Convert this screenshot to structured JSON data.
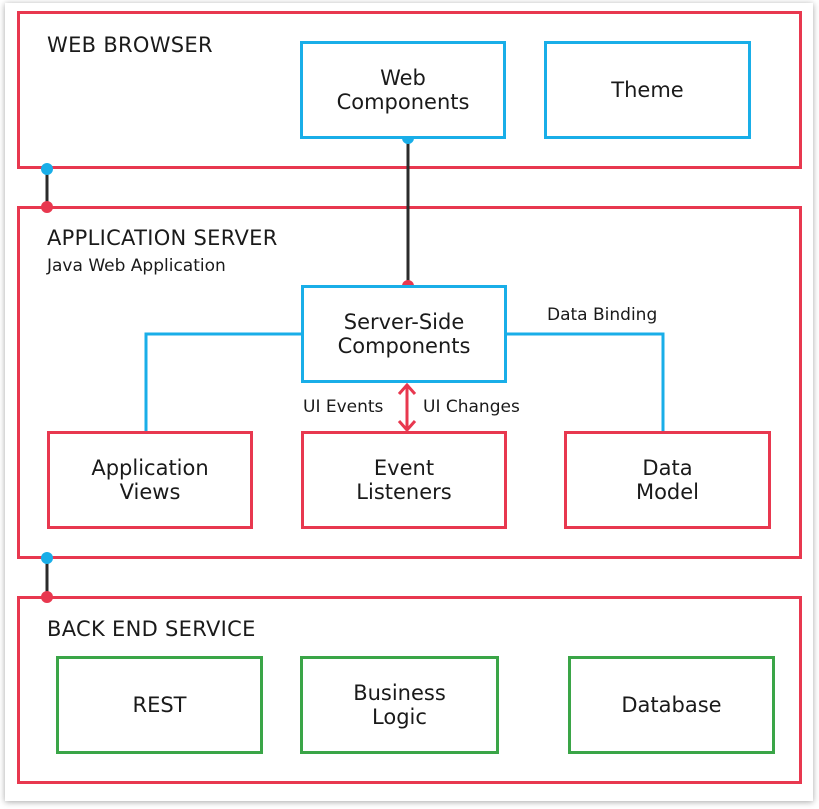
{
  "colors": {
    "layer_border": "#e8384f",
    "client_component": "#19aee8",
    "server_component": "#e8384f",
    "backend_component": "#3aa547",
    "connector_line": "#2b2b2b",
    "client_dot": "#19aee8",
    "server_dot": "#e8384f"
  },
  "web_browser": {
    "title": "WEB BROWSER",
    "web_components": "Web\nComponents",
    "theme": "Theme"
  },
  "application_server": {
    "title": "APPLICATION SERVER",
    "subtitle": "Java Web Application",
    "server_side_components": "Server-Side\nComponents",
    "application_views": "Application\nViews",
    "event_listeners": "Event\nListeners",
    "data_model": "Data\nModel",
    "data_binding_label": "Data Binding",
    "ui_events_label": "UI Events",
    "ui_changes_label": "UI Changes"
  },
  "back_end_service": {
    "title": "BACK END SERVICE",
    "rest": "REST",
    "business_logic": "Business\nLogic",
    "database": "Database"
  }
}
